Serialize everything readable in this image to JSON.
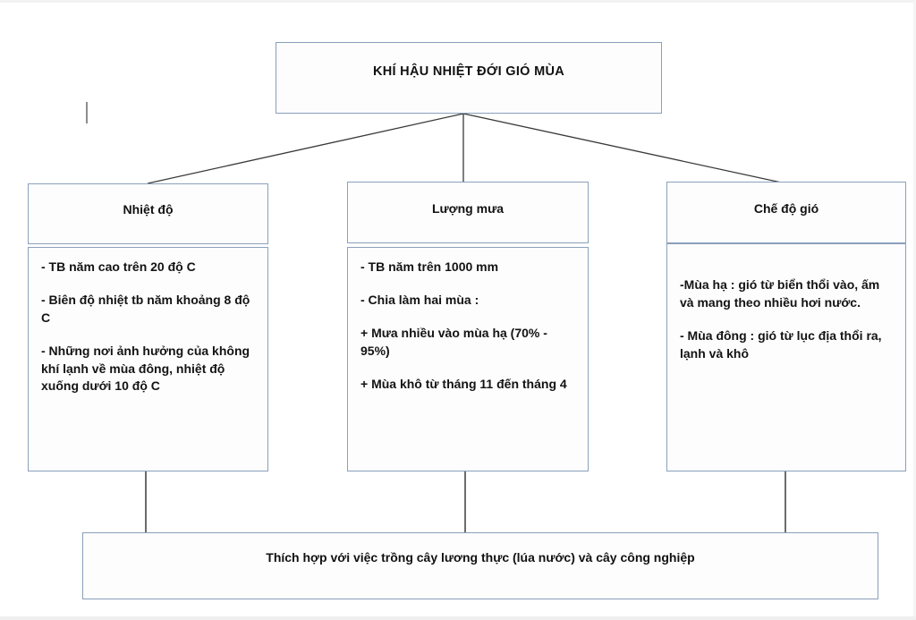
{
  "diagram": {
    "title_box": {
      "label": "KHÍ HẬU NHIỆT ĐỚI GIÓ MÙA"
    },
    "columns": [
      {
        "header": "Nhiệt độ",
        "lines": [
          "- TB năm cao trên 20 độ C",
          "- Biên độ nhiệt tb năm khoảng 8 độ C",
          "- Những nơi ảnh hưởng của không khí lạnh về mùa đông, nhiệt độ xuống dưới 10 độ C"
        ]
      },
      {
        "header": "Lượng mưa",
        "lines": [
          "- TB năm trên 1000 mm",
          "- Chia làm hai mùa :",
          "+ Mưa nhiều vào mùa hạ (70% - 95%)",
          "+ Mùa khô từ tháng 11 đến tháng 4"
        ]
      },
      {
        "header": "Chế độ gió",
        "lines": [
          "-Mùa hạ : gió từ biển thổi vào, ấm và mang theo nhiều hơi nước.",
          "- Mùa đông : gió từ lục địa thổi ra, lạnh và khô"
        ]
      }
    ],
    "bottom_box": {
      "label": "Thích hợp với việc trồng cây lương thực (lúa nước) và cây công nghiệp"
    },
    "colors": {
      "box_border": "#8aa0bb",
      "connector_line": "#3a3a3a",
      "text": "#111111",
      "background": "#ffffff"
    }
  }
}
